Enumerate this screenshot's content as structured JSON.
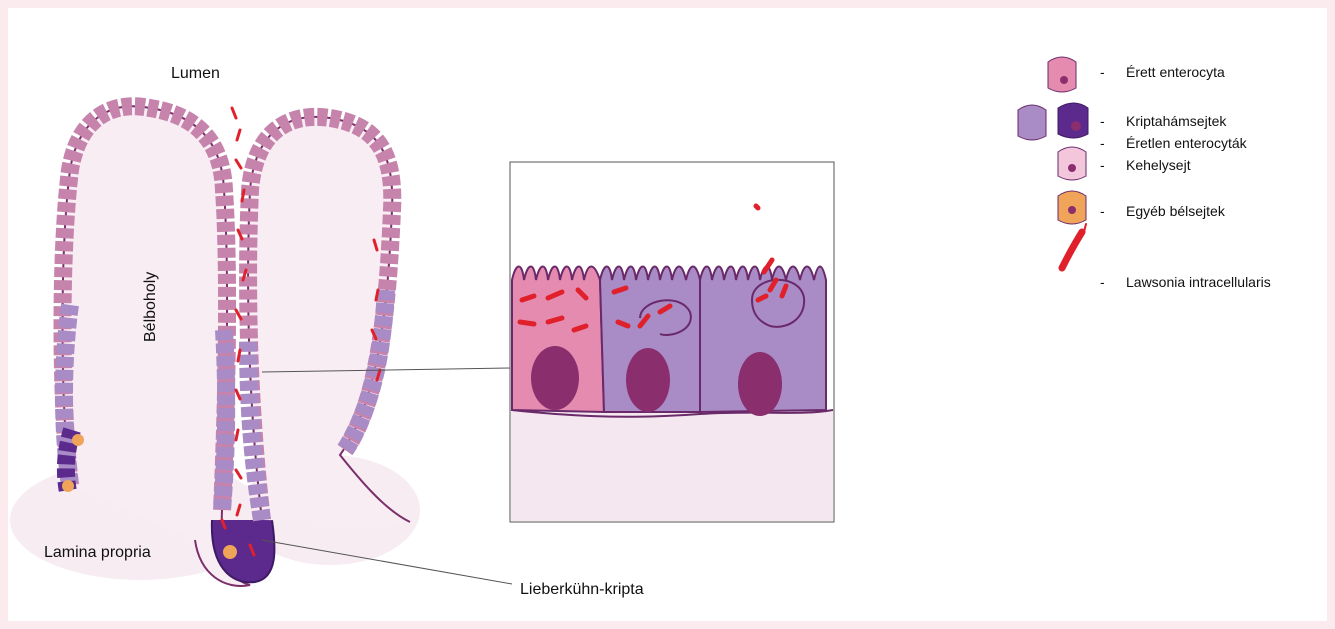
{
  "labels": {
    "lumen": "Lumen",
    "belboholy": "Bélboholy",
    "lamina_propria": "Lamina propria",
    "lieberkuhn": "Lieberkühn-kripta"
  },
  "legend": [
    {
      "dash": "-",
      "text": "Érett enterocyta"
    },
    {
      "dash": "-",
      "text": "Kriptahámsejtek"
    },
    {
      "dash": "-",
      "text": "Éretlen enterocyták"
    },
    {
      "dash": "-",
      "text": "Kehelysejt"
    },
    {
      "dash": "-",
      "text": "Egyéb bélsejtek"
    },
    {
      "dash": "-",
      "text": "Lawsonia intracellularis"
    }
  ],
  "colors": {
    "frame_border": "#fbeaee",
    "mature_cell": "#e58bb0",
    "crypt_cell_light": "#a98bc6",
    "crypt_cell_dark": "#5b2a8c",
    "goblet_cell": "#f3c6dc",
    "other_cell": "#f0a45a",
    "nucleus": "#8a2e6e",
    "bacteria": "#e0202a",
    "lamina": "#f5e7ef",
    "outline": "#6a2a6a"
  }
}
